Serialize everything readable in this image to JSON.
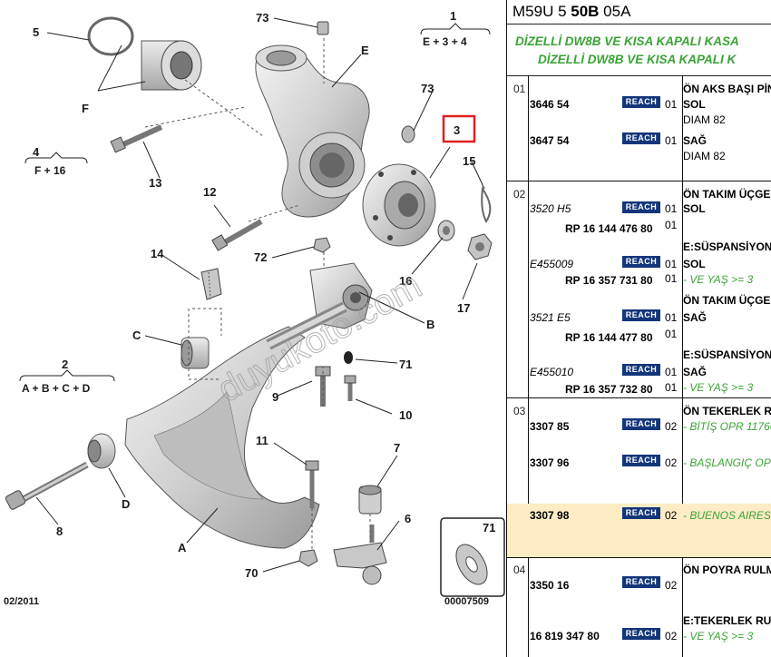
{
  "diagram": {
    "callouts": {
      "c1": "1",
      "c1_sub": "E + 3 + 4",
      "c2": "2",
      "c2_sub": "A + B + C + D",
      "c3": "3",
      "c4": "4",
      "c4_sub": "F + 16",
      "c5": "5",
      "c6": "6",
      "c7": "7",
      "c8": "8",
      "c9": "9",
      "c10": "10",
      "c11": "11",
      "c12": "12",
      "c13": "13",
      "c14": "14",
      "c15": "15",
      "c16": "16",
      "c17": "17",
      "c70": "70",
      "c71": "71",
      "c72": "72",
      "c73a": "73",
      "c73b": "73",
      "cA": "A",
      "cB": "B",
      "cC": "C",
      "cD": "D",
      "cE": "E",
      "cF": "F",
      "inset": "71"
    },
    "date": "02/2011",
    "diagram_code": "00007509",
    "watermark": "duyukoto.com",
    "highlight_color": "#e02020"
  },
  "panel": {
    "model_prefix": "M59U 5 ",
    "model_bold": "50B",
    "model_suffix": " 05A",
    "subheading_1": "DİZELLİ DW8B VE KISA KAPALI KASA",
    "subheading_2": "DİZELLİ DW8B VE KISA KAPALI K",
    "badge": "REACH",
    "sections": [
      {
        "num": "01",
        "rows": [
          {
            "ref": "3646 54",
            "qty": "01",
            "d1": "ÖN AKS BAŞI PİNYON",
            "d2": "SOL",
            "d3": "DIAM 82"
          },
          {
            "ref": "3647 54",
            "qty": "01",
            "d1": "SAĞ",
            "d2": "DIAM 82"
          }
        ]
      },
      {
        "num": "02",
        "rows": [
          {
            "ref": "3520 H5",
            "ref2": "RP 16 144 476 80",
            "qty": "01",
            "qty2": "01",
            "d1": "ÖN TAKIM ÜÇGEN",
            "d2": "SOL"
          },
          {
            "ref": "E455009",
            "ref2": "RP 16 357 731 80",
            "qty": "01",
            "qty2": "01",
            "d1": "E:SÜSPANSİYON",
            "d2": "SOL",
            "d3": "- VE YAŞ >= 3"
          },
          {
            "ref": "3521 E5",
            "ref2": "RP 16 144 477 80",
            "qty": "01",
            "qty2": "01",
            "d1": "ÖN TAKIM ÜÇGEN",
            "d2": "SAĞ"
          },
          {
            "ref": "E455010",
            "ref2": "RP 16 357 732 80",
            "qty": "01",
            "qty2": "01",
            "d1": "E:SÜSPANSİYON",
            "d2": "SAĞ",
            "d3": "- VE YAŞ >= 3"
          }
        ]
      },
      {
        "num": "03",
        "rows": [
          {
            "ref": "3307 85",
            "qty": "02",
            "d1": "ÖN TEKERLEK RULMANI",
            "d2": "- BİTİŞ OPR 11760"
          },
          {
            "ref": "3307 96",
            "qty": "02",
            "d2": "- BAŞLANGIÇ OPR"
          },
          {
            "ref": "3307 98",
            "qty": "02",
            "d2": "- BUENOS AIRES"
          }
        ]
      },
      {
        "num": "04",
        "rows": [
          {
            "ref": "3350 16",
            "qty": "02",
            "d1": "ÖN POYRA RULMANI"
          },
          {
            "ref": "16 819 347 80",
            "qty": "02",
            "d1": "E:TEKERLEK RULMANI",
            "d2": "- VE YAŞ >= 3"
          }
        ]
      }
    ],
    "colors": {
      "badge_bg": "#13357a",
      "green": "#3aa335",
      "highlight": "#fdecc4"
    }
  }
}
